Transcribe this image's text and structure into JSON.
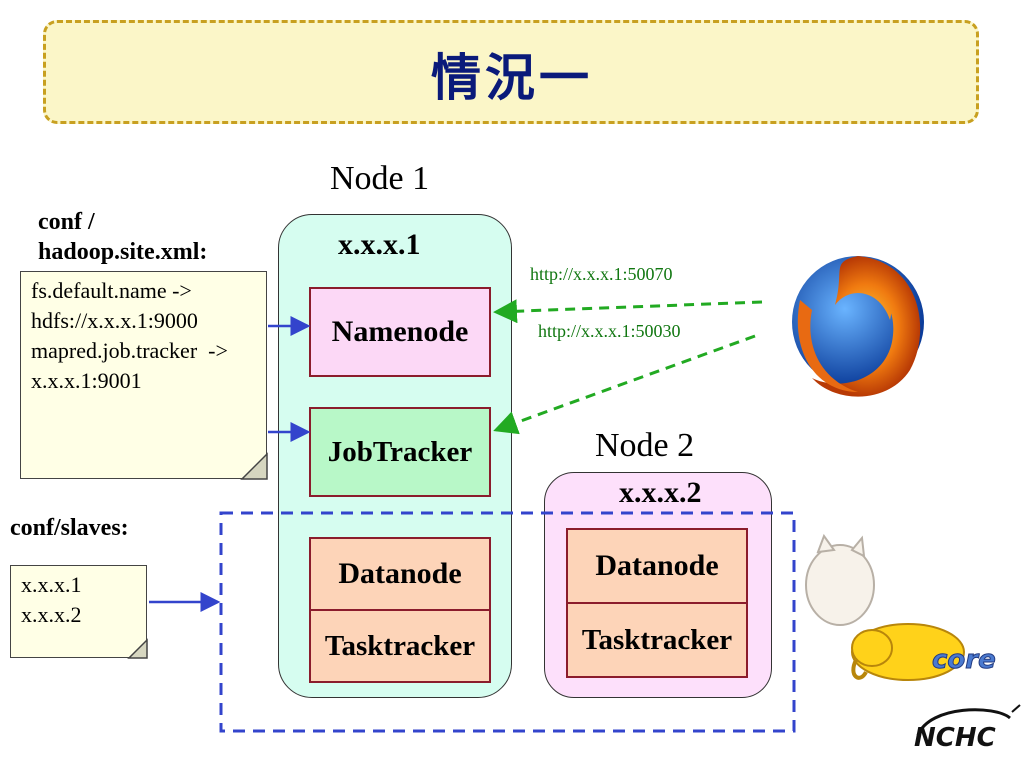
{
  "title": "情況一",
  "node1": {
    "label": "Node 1",
    "ip": "x.x.x.1",
    "services": [
      "Namenode",
      "JobTracker",
      "Datanode",
      "Tasktracker"
    ]
  },
  "node2": {
    "label": "Node 2",
    "ip": "x.x.x.2",
    "services": [
      "Datanode",
      "Tasktracker"
    ]
  },
  "conf_site": {
    "heading_line1": "conf /",
    "heading_line2": "hadoop.site.xml:",
    "content": "fs.default.name ->\nhdfs://x.x.x.1:9000\nmapred.job.tracker  ->\nx.x.x.1:9001"
  },
  "conf_slaves": {
    "heading": "conf/slaves:",
    "content": "x.x.x.1\nx.x.x.2"
  },
  "urls": {
    "namenode_web": "http://x.x.x.1:50070",
    "jobtracker_web": "http://x.x.x.1:50030"
  },
  "logos": {
    "browser": "firefox-logo",
    "hadoop": "hadoop-elephant-logo",
    "org": "NCHC"
  }
}
